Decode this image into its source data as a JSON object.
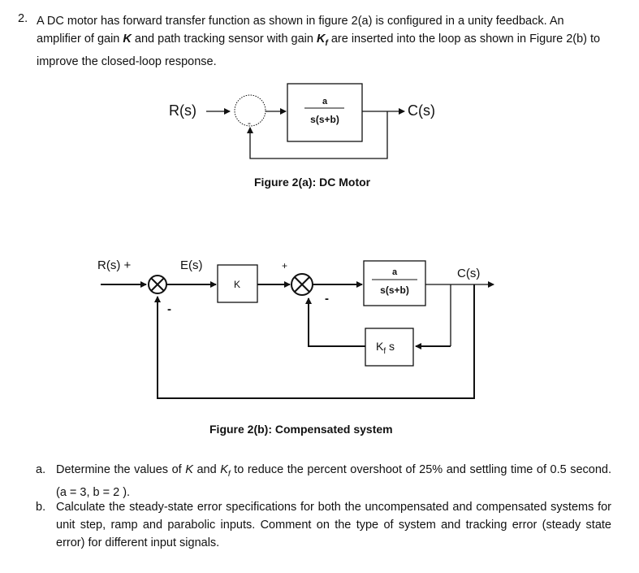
{
  "question": {
    "number": "2.",
    "intro_pre": "A DC motor has forward transfer function as shown in figure 2(a) is configured in a unity feedback. An amplifier of gain ",
    "gain_K": "K",
    "intro_mid": " and path tracking sensor with gain ",
    "gain_Kf": "K",
    "gain_Kf_sub": "f",
    "intro_post": " are inserted into the loop as shown in Figure 2(b) to improve the closed-loop response."
  },
  "figure_a": {
    "input_label": "R(s)",
    "output_label": "C(s)",
    "minus_sign": "-",
    "tf_numerator": "a",
    "tf_denominator": "s(s+b)",
    "caption": "Figure 2(a): DC Motor"
  },
  "figure_b": {
    "input_label": "R(s) +",
    "error_label": "E(s)",
    "gain_block": "K",
    "plus_sign": "+",
    "minus_sign_1": "-",
    "minus_sign_2": "-",
    "tf_numerator": "a",
    "tf_denominator": "s(s+b)",
    "sensor_K": "K",
    "sensor_sub": "f",
    "sensor_s": " s",
    "output_label": "C(s)",
    "caption": "Figure 2(b): Compensated system"
  },
  "parts": [
    {
      "label": "a.",
      "text_pre": "Determine the values of ",
      "K": "K",
      "text_mid": " and ",
      "Kf": "K",
      "Kf_sub": "f",
      "text_post": " to reduce the percent overshoot of 25% and  settling time of 0.5 second. (a = 3, b = 2 )."
    },
    {
      "label": "b.",
      "text": "Calculate the steady-state error specifications for both the uncompensated and compensated systems for unit step, ramp and parabolic inputs. Comment on the type of system and tracking error (steady state error) for different input signals."
    }
  ]
}
